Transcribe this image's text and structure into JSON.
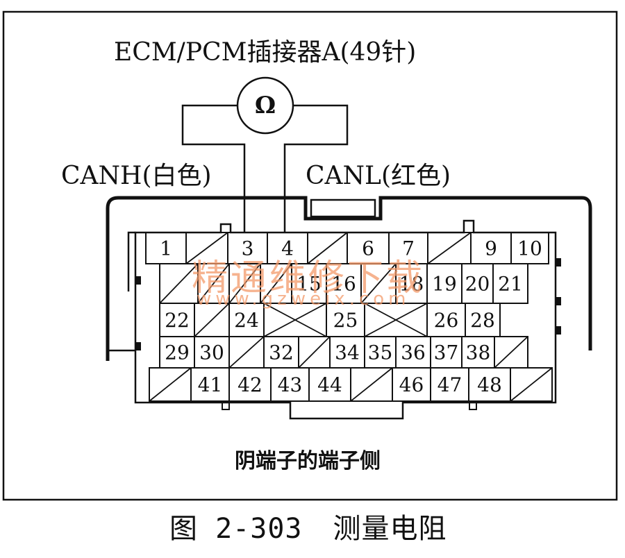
{
  "figure": {
    "title": "ECM/PCM插接器A(49针)",
    "meter_symbol": "Ω",
    "wire_labels": {
      "canh": "CANH(白色)",
      "canl": "CANL(红色)"
    },
    "subtitle": "阴端子的端子侧",
    "caption_number": "图 2-303",
    "caption_text": "测量电阻",
    "watermark_cn": "精通维修下载",
    "watermark_url": "www.gzweix.com"
  },
  "connector": {
    "probed_pins": [
      "3",
      "4"
    ],
    "row1": [
      "1",
      "",
      "3",
      "4",
      "",
      "6",
      "7",
      "",
      "9",
      "10"
    ],
    "row2": [
      "",
      "",
      "",
      "",
      "15",
      "16",
      "",
      "18",
      "19",
      "20",
      "21"
    ],
    "row3": [
      "22",
      "",
      "24",
      "",
      "25",
      "",
      "26",
      "28"
    ],
    "row4": [
      "29",
      "30",
      "",
      "32",
      "",
      "34",
      "35",
      "36",
      "37",
      "38",
      ""
    ],
    "row5": [
      "",
      "41",
      "42",
      "43",
      "44",
      "",
      "46",
      "47",
      "48",
      ""
    ]
  },
  "colors": {
    "line": "#111111",
    "watermark": "#f39a6a"
  }
}
